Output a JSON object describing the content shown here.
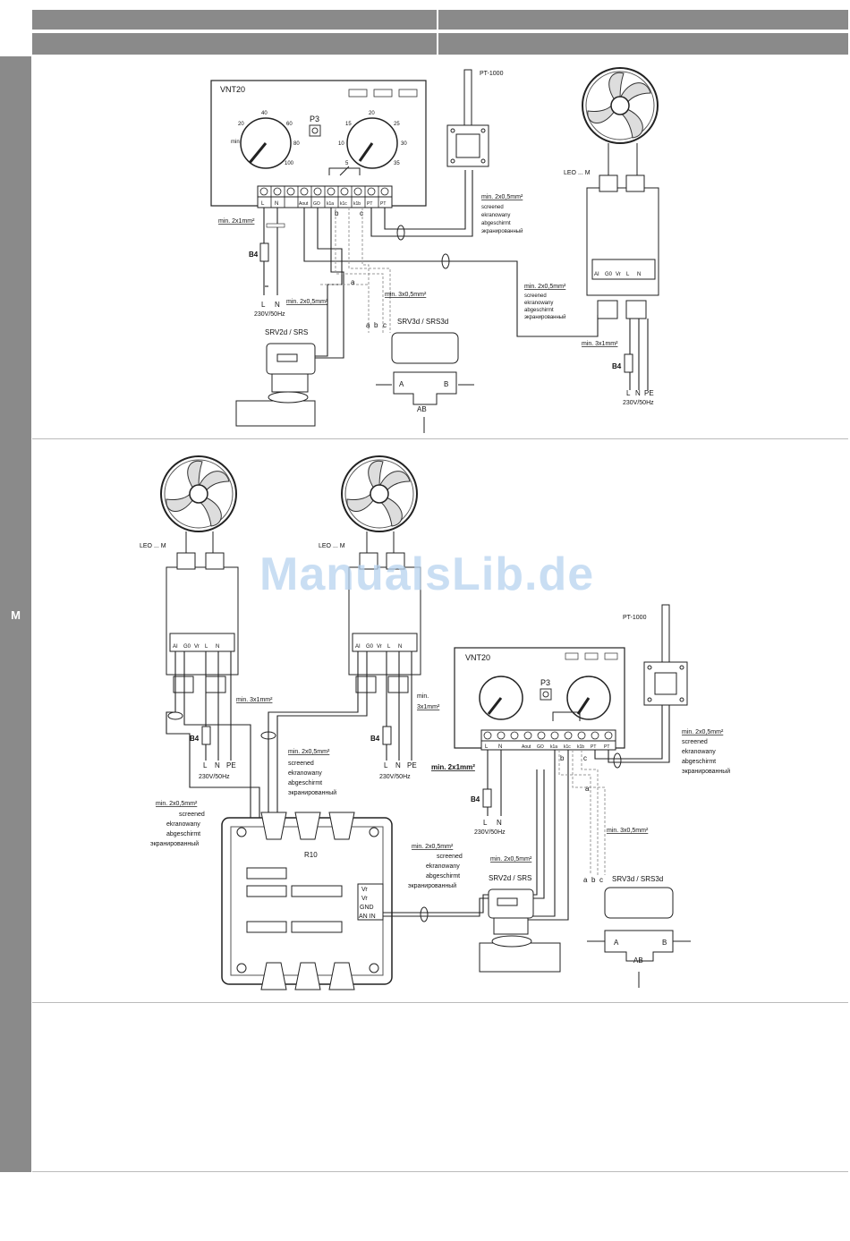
{
  "sidebar": {
    "letter": "M"
  },
  "watermark": "ManualsLib.de",
  "diagram1": {
    "controller": "VNT20",
    "p3": "P3",
    "dial1": {
      "ticks": [
        "20",
        "40",
        "60",
        "80",
        "100"
      ],
      "min": "min"
    },
    "dial2": {
      "ticks": [
        "10",
        "15",
        "20",
        "25",
        "30",
        "35",
        "5"
      ]
    },
    "terminals": [
      "L",
      "N",
      "",
      "Aout",
      "GO",
      "k1a",
      "k1c",
      "k1b",
      "PT",
      "PT"
    ],
    "sensor": "PT-1000",
    "fan": "LEO ... M",
    "fan_terminals": [
      "AI",
      "G0",
      "Vr",
      "L",
      "N",
      ""
    ],
    "cable_2x1": "min. 2x1mm²",
    "cable_2x05_a": "min. 2x0,5mm²",
    "cable_2x05_b": "min. 2x0,5mm²",
    "cable_2x05_c": "min. 2x0,5mm²",
    "cable_3x05": "min. 3x0,5mm²",
    "cable_3x1": "min. 3x1mm²",
    "screened": [
      "screened",
      "ekranowany",
      "abgeschirmt",
      "экранированный"
    ],
    "b4": "B4",
    "supply_left": {
      "l": "L",
      "n": "N",
      "v": "230V/50Hz"
    },
    "supply_right": {
      "l": "L",
      "n": "N",
      "pe": "PE",
      "v": "230V/50Hz"
    },
    "valve2": "SRV2d / SRS",
    "valve3": "SRV3d / SRS3d",
    "abc": [
      "a",
      "b",
      "c"
    ],
    "ports": {
      "a": "A",
      "b": "B",
      "ab": "AB"
    }
  },
  "diagram2": {
    "fan_left": "LEO ... M",
    "fan_right": "LEO ... M",
    "fan_terminals": [
      "AI",
      "G0",
      "Vr",
      "L",
      "N",
      ""
    ],
    "cable_3x1": "min. 3x1mm²",
    "cable_3x1_split": [
      "min.",
      "3x1mm²"
    ],
    "b4": "B4",
    "supply": {
      "l": "L",
      "n": "N",
      "pe": "PE",
      "v": "230V/50Hz"
    },
    "cable_2x05_mid": "min. 2x0,5mm²",
    "cable_2x05_left": "min. 2x0,5mm²",
    "cable_2x05_r10": "min. 2x0,5mm²",
    "cable_2x05_valve": "min. 2x0,5mm²",
    "cable_2x05_sensor": "min. 2x0,5mm²",
    "cable_2x1": "min. 2x1mm²",
    "cable_3x05": "min. 3x0,5mm²",
    "screened": [
      "screened",
      "ekranowany",
      "abgeschirmt",
      "экранированный"
    ],
    "r10": "R10",
    "r10_io": [
      "Vr",
      "Vr",
      "GND",
      "AN IN"
    ],
    "controller": "VNT20",
    "p3": "P3",
    "sensor": "PT-1000",
    "terminals": [
      "L",
      "N",
      "",
      "Aout",
      "GO",
      "k1a",
      "k1c",
      "k1b",
      "PT",
      "PT"
    ],
    "supply_small": {
      "l": "L",
      "n": "N",
      "v": "230V/50Hz"
    },
    "valve2": "SRV2d / SRS",
    "valve3": "SRV3d / SRS3d",
    "abc": [
      "a",
      "b",
      "c"
    ],
    "ports": {
      "a": "A",
      "b": "B",
      "ab": "AB"
    }
  }
}
